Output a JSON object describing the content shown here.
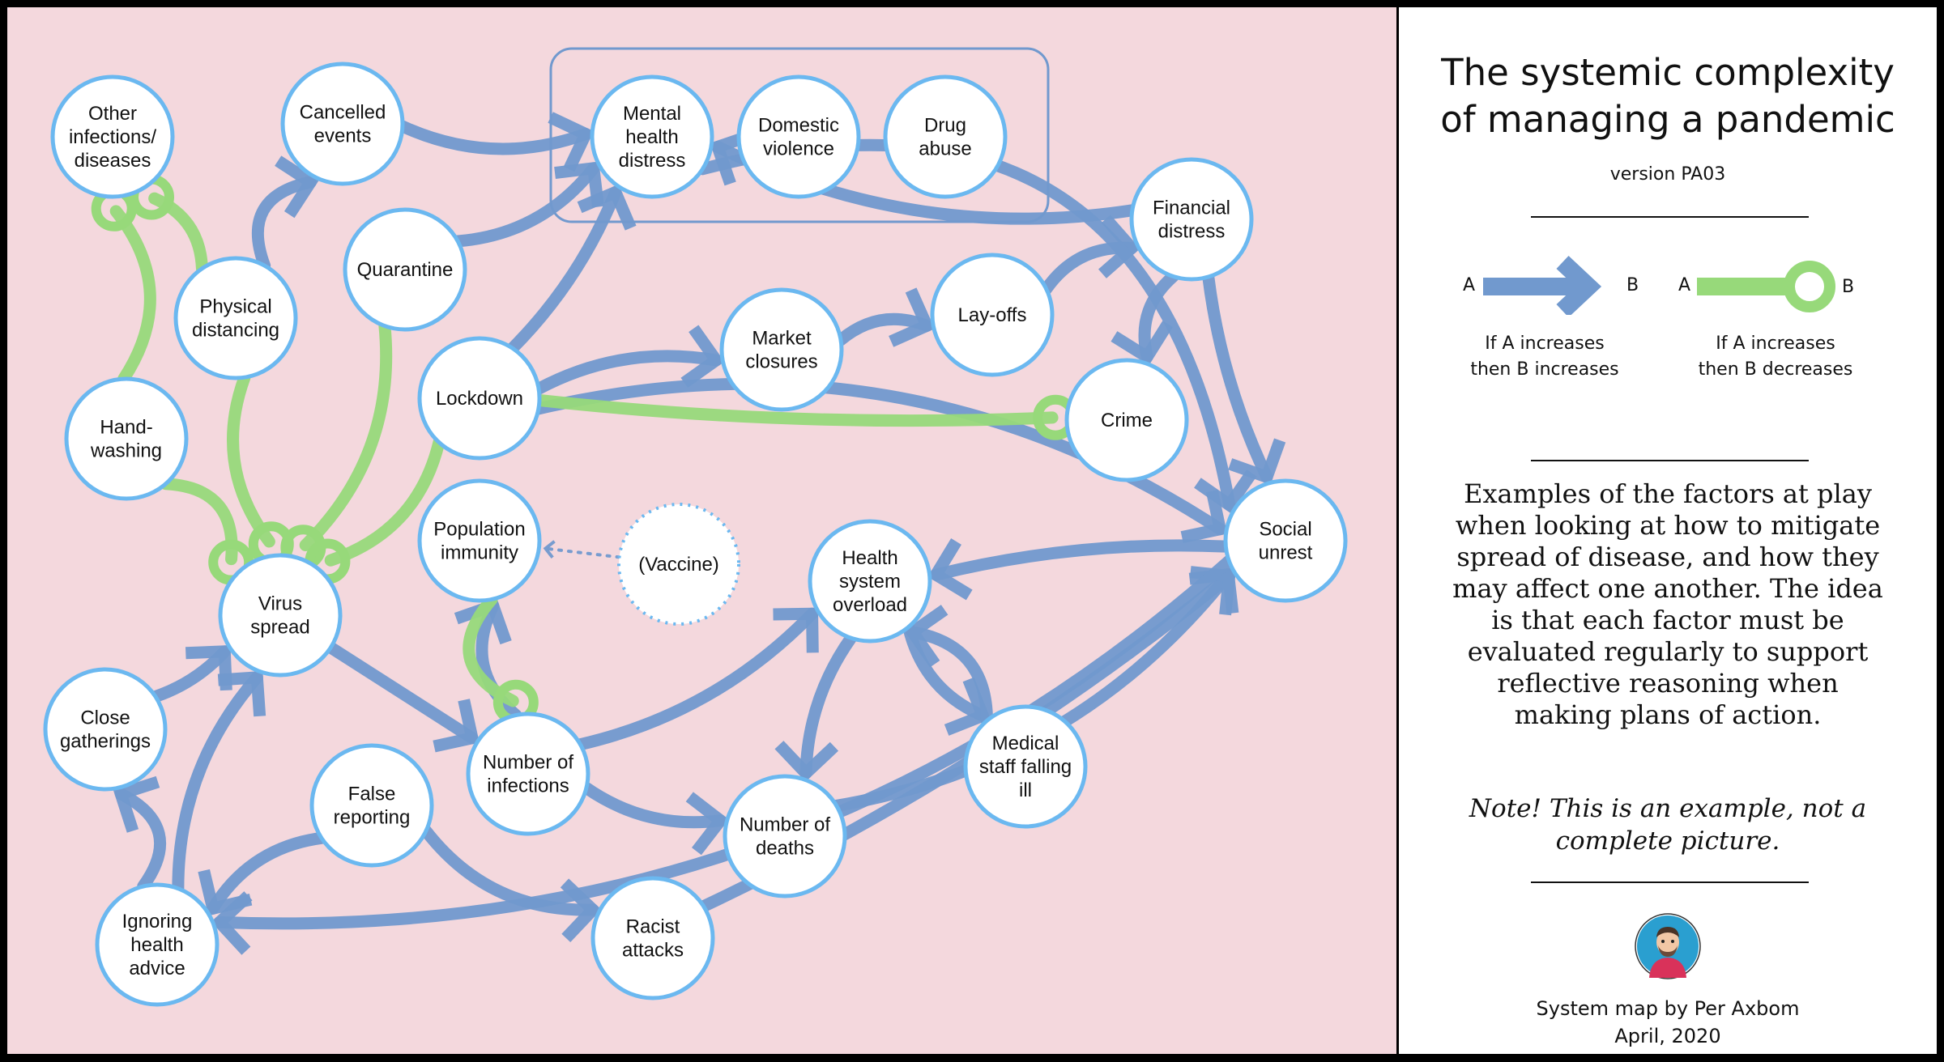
{
  "title_lines": [
    "The systemic complexity",
    "of managing a pandemic"
  ],
  "version": "version PA03",
  "legend": {
    "increase": {
      "from": "A",
      "to": "B",
      "caption": [
        "If A increases",
        "then B increases"
      ]
    },
    "decrease": {
      "from": "A",
      "to": "B",
      "caption": [
        "If A increases",
        "then B decreases"
      ]
    }
  },
  "description": "Examples of the factors at play when looking at how to mitigate spread of disease, and how they may affect one another. The idea is that each factor must be evaluated regularly to support reflective reasoning when making plans of action.",
  "note": "Note! This is an example, not a complete picture.",
  "credit": [
    "System map by Per Axbom",
    "April, 2020"
  ],
  "colors": {
    "increase": "#7199ce",
    "decrease": "#97d97a",
    "node_border": "#6bb8f0",
    "background": "#f4d8dd"
  },
  "nodes": [
    {
      "id": "other-infections",
      "label": [
        "Other",
        "infections/",
        "diseases"
      ]
    },
    {
      "id": "cancelled-events",
      "label": [
        "Cancelled",
        "events"
      ]
    },
    {
      "id": "mental-health",
      "label": [
        "Mental",
        "health",
        "distress"
      ]
    },
    {
      "id": "domestic-violence",
      "label": [
        "Domestic",
        "violence"
      ]
    },
    {
      "id": "drug-abuse",
      "label": [
        "Drug",
        "abuse"
      ]
    },
    {
      "id": "quarantine",
      "label": [
        "Quarantine"
      ]
    },
    {
      "id": "physical-distancing",
      "label": [
        "Physical",
        "distancing"
      ]
    },
    {
      "id": "financial-distress",
      "label": [
        "Financial",
        "distress"
      ]
    },
    {
      "id": "lay-offs",
      "label": [
        "Lay-offs"
      ]
    },
    {
      "id": "market-closures",
      "label": [
        "Market",
        "closures"
      ]
    },
    {
      "id": "lockdown",
      "label": [
        "Lockdown"
      ]
    },
    {
      "id": "hand-washing",
      "label": [
        "Hand-",
        "washing"
      ]
    },
    {
      "id": "crime",
      "label": [
        "Crime"
      ]
    },
    {
      "id": "population-immunity",
      "label": [
        "Population",
        "immunity"
      ]
    },
    {
      "id": "vaccine",
      "label": [
        "(Vaccine)"
      ]
    },
    {
      "id": "social-unrest",
      "label": [
        "Social",
        "unrest"
      ]
    },
    {
      "id": "health-system-overload",
      "label": [
        "Health",
        "system",
        "overload"
      ]
    },
    {
      "id": "virus-spread",
      "label": [
        "Virus",
        "spread"
      ]
    },
    {
      "id": "close-gatherings",
      "label": [
        "Close",
        "gatherings"
      ]
    },
    {
      "id": "medical-staff-ill",
      "label": [
        "Medical",
        "staff falling",
        "ill"
      ]
    },
    {
      "id": "false-reporting",
      "label": [
        "False",
        "reporting"
      ]
    },
    {
      "id": "number-of-infections",
      "label": [
        "Number of",
        "infections"
      ]
    },
    {
      "id": "number-of-deaths",
      "label": [
        "Number of",
        "deaths"
      ]
    },
    {
      "id": "racist-attacks",
      "label": [
        "Racist",
        "attacks"
      ]
    },
    {
      "id": "ignoring-health-advice",
      "label": [
        "Ignoring",
        "health",
        "advice"
      ]
    }
  ],
  "links": [
    {
      "from": "cancelled-events",
      "to": "mental-health",
      "effect": "increase"
    },
    {
      "from": "quarantine",
      "to": "mental-health",
      "effect": "increase"
    },
    {
      "from": "lockdown",
      "to": "mental-health",
      "effect": "increase"
    },
    {
      "from": "physical-distancing",
      "to": "cancelled-events",
      "effect": "increase"
    },
    {
      "from": "lockdown",
      "to": "market-closures",
      "effect": "increase"
    },
    {
      "from": "market-closures",
      "to": "lay-offs",
      "effect": "increase"
    },
    {
      "from": "lay-offs",
      "to": "financial-distress",
      "effect": "increase"
    },
    {
      "from": "financial-distress",
      "to": "mental-health",
      "effect": "increase"
    },
    {
      "from": "financial-distress",
      "to": "crime",
      "effect": "increase"
    },
    {
      "from": "financial-distress",
      "to": "social-unrest",
      "effect": "increase"
    },
    {
      "from": "mental-health",
      "to": "social-unrest",
      "effect": "increase"
    },
    {
      "from": "lockdown",
      "to": "social-unrest",
      "effect": "increase"
    },
    {
      "from": "lockdown",
      "to": "crime",
      "effect": "decrease"
    },
    {
      "from": "social-unrest",
      "to": "health-system-overload",
      "effect": "increase"
    },
    {
      "from": "virus-spread",
      "to": "number-of-infections",
      "effect": "increase"
    },
    {
      "from": "number-of-infections",
      "to": "population-immunity",
      "effect": "increase"
    },
    {
      "from": "population-immunity",
      "to": "number-of-infections",
      "effect": "decrease"
    },
    {
      "from": "vaccine",
      "to": "population-immunity",
      "effect": "increase"
    },
    {
      "from": "number-of-infections",
      "to": "health-system-overload",
      "effect": "increase"
    },
    {
      "from": "number-of-infections",
      "to": "number-of-deaths",
      "effect": "increase"
    },
    {
      "from": "health-system-overload",
      "to": "number-of-deaths",
      "effect": "increase"
    },
    {
      "from": "health-system-overload",
      "to": "medical-staff-ill",
      "effect": "increase"
    },
    {
      "from": "medical-staff-ill",
      "to": "health-system-overload",
      "effect": "increase"
    },
    {
      "from": "number-of-deaths",
      "to": "social-unrest",
      "effect": "increase"
    },
    {
      "from": "racist-attacks",
      "to": "social-unrest",
      "effect": "increase"
    },
    {
      "from": "social-unrest",
      "to": "ignoring-health-advice",
      "effect": "increase"
    },
    {
      "from": "false-reporting",
      "to": "ignoring-health-advice",
      "effect": "increase"
    },
    {
      "from": "false-reporting",
      "to": "racist-attacks",
      "effect": "increase"
    },
    {
      "from": "ignoring-health-advice",
      "to": "virus-spread",
      "effect": "increase"
    },
    {
      "from": "ignoring-health-advice",
      "to": "close-gatherings",
      "effect": "increase"
    },
    {
      "from": "close-gatherings",
      "to": "virus-spread",
      "effect": "increase"
    },
    {
      "from": "physical-distancing",
      "to": "other-infections",
      "effect": "decrease"
    },
    {
      "from": "physical-distancing",
      "to": "virus-spread",
      "effect": "decrease"
    },
    {
      "from": "hand-washing",
      "to": "other-infections",
      "effect": "decrease"
    },
    {
      "from": "hand-washing",
      "to": "virus-spread",
      "effect": "decrease"
    },
    {
      "from": "quarantine",
      "to": "virus-spread",
      "effect": "decrease"
    },
    {
      "from": "lockdown",
      "to": "virus-spread",
      "effect": "decrease"
    }
  ]
}
